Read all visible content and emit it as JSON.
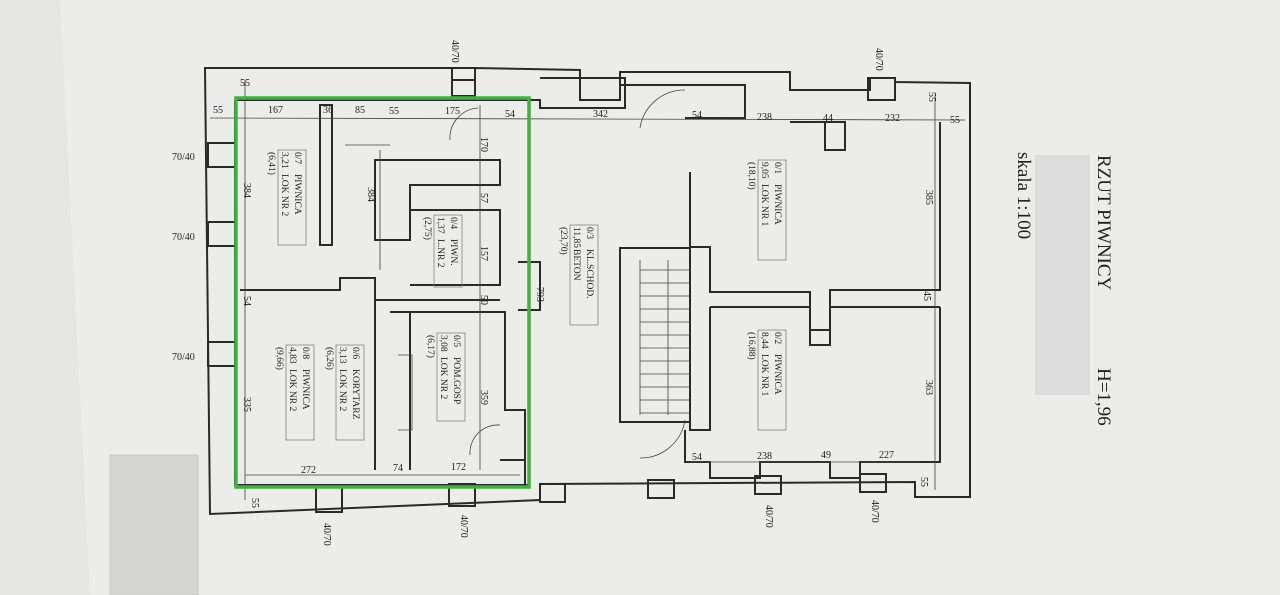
{
  "title": "RZUT PIWNICY",
  "height_label": "H=1,96",
  "scale": "skala 1:100",
  "highlight_color": "#3cb43c",
  "rooms": [
    {
      "no": "0/7",
      "area": "3,21",
      "area2": "(6,41)",
      "name": "PIWNICA",
      "unit": "LOK NR 2"
    },
    {
      "no": "0/4",
      "area": "1,37",
      "area2": "(2,75)",
      "name": "PIWN.",
      "unit": "L.NR 2"
    },
    {
      "no": "0/6",
      "area": "3,13",
      "area2": "(6,26)",
      "name": "KORYTARZ",
      "unit": "LOK NR 2"
    },
    {
      "no": "0/8",
      "area": "4,83",
      "area2": "(9,66)",
      "name": "PIWNICA",
      "unit": "LOK NR 2"
    },
    {
      "no": "0/5",
      "area": "3,08",
      "area2": "(6,17)",
      "name": "POM.GOSP",
      "unit": "LOK NR 2"
    },
    {
      "no": "0/3",
      "area": "11,85",
      "area2": "(23,70)",
      "name": "KL.SCHOD.",
      "unit": "BETON"
    },
    {
      "no": "0/1",
      "area": "9,05",
      "area2": "(18,10)",
      "name": "PIWNICA",
      "unit": "LOK NR 1"
    },
    {
      "no": "0/2",
      "area": "8,44",
      "area2": "(16,88)",
      "name": "PIWNICA",
      "unit": "LOK NR 1"
    }
  ],
  "dims": [
    "55",
    "55",
    "167",
    "36",
    "85",
    "55",
    "175",
    "54",
    "342",
    "54",
    "238",
    "44",
    "232",
    "55",
    "55",
    "170",
    "57",
    "157",
    "50",
    "359",
    "384",
    "384",
    "54",
    "335",
    "272",
    "74",
    "172",
    "55",
    "793",
    "385",
    "45",
    "363",
    "54",
    "238",
    "49",
    "227",
    "55"
  ],
  "windows": [
    "70/40",
    "70/40",
    "70/40",
    "40/70",
    "40/70",
    "40/70",
    "40/70",
    "40/70",
    "40/70"
  ]
}
